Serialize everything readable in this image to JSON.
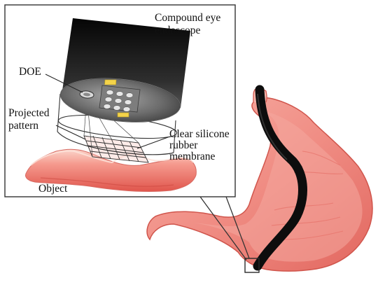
{
  "labels": {
    "endoscope_line1": "Compound eye",
    "endoscope_line2": "endoscope",
    "doe": "DOE",
    "projected_line1": "Projected",
    "projected_line2": "pattern",
    "membrane_line1": "Clear silicone",
    "membrane_line2": "rubber",
    "membrane_line3": "membrane",
    "object": "Object"
  },
  "colors": {
    "tissue": "#f07a74",
    "tissue_light": "#fbd0c6",
    "tissue_dark": "#c2403a",
    "stomach_fill": "#f2928a",
    "endoscope_tube": "#111111",
    "callout_border": "#333333"
  }
}
